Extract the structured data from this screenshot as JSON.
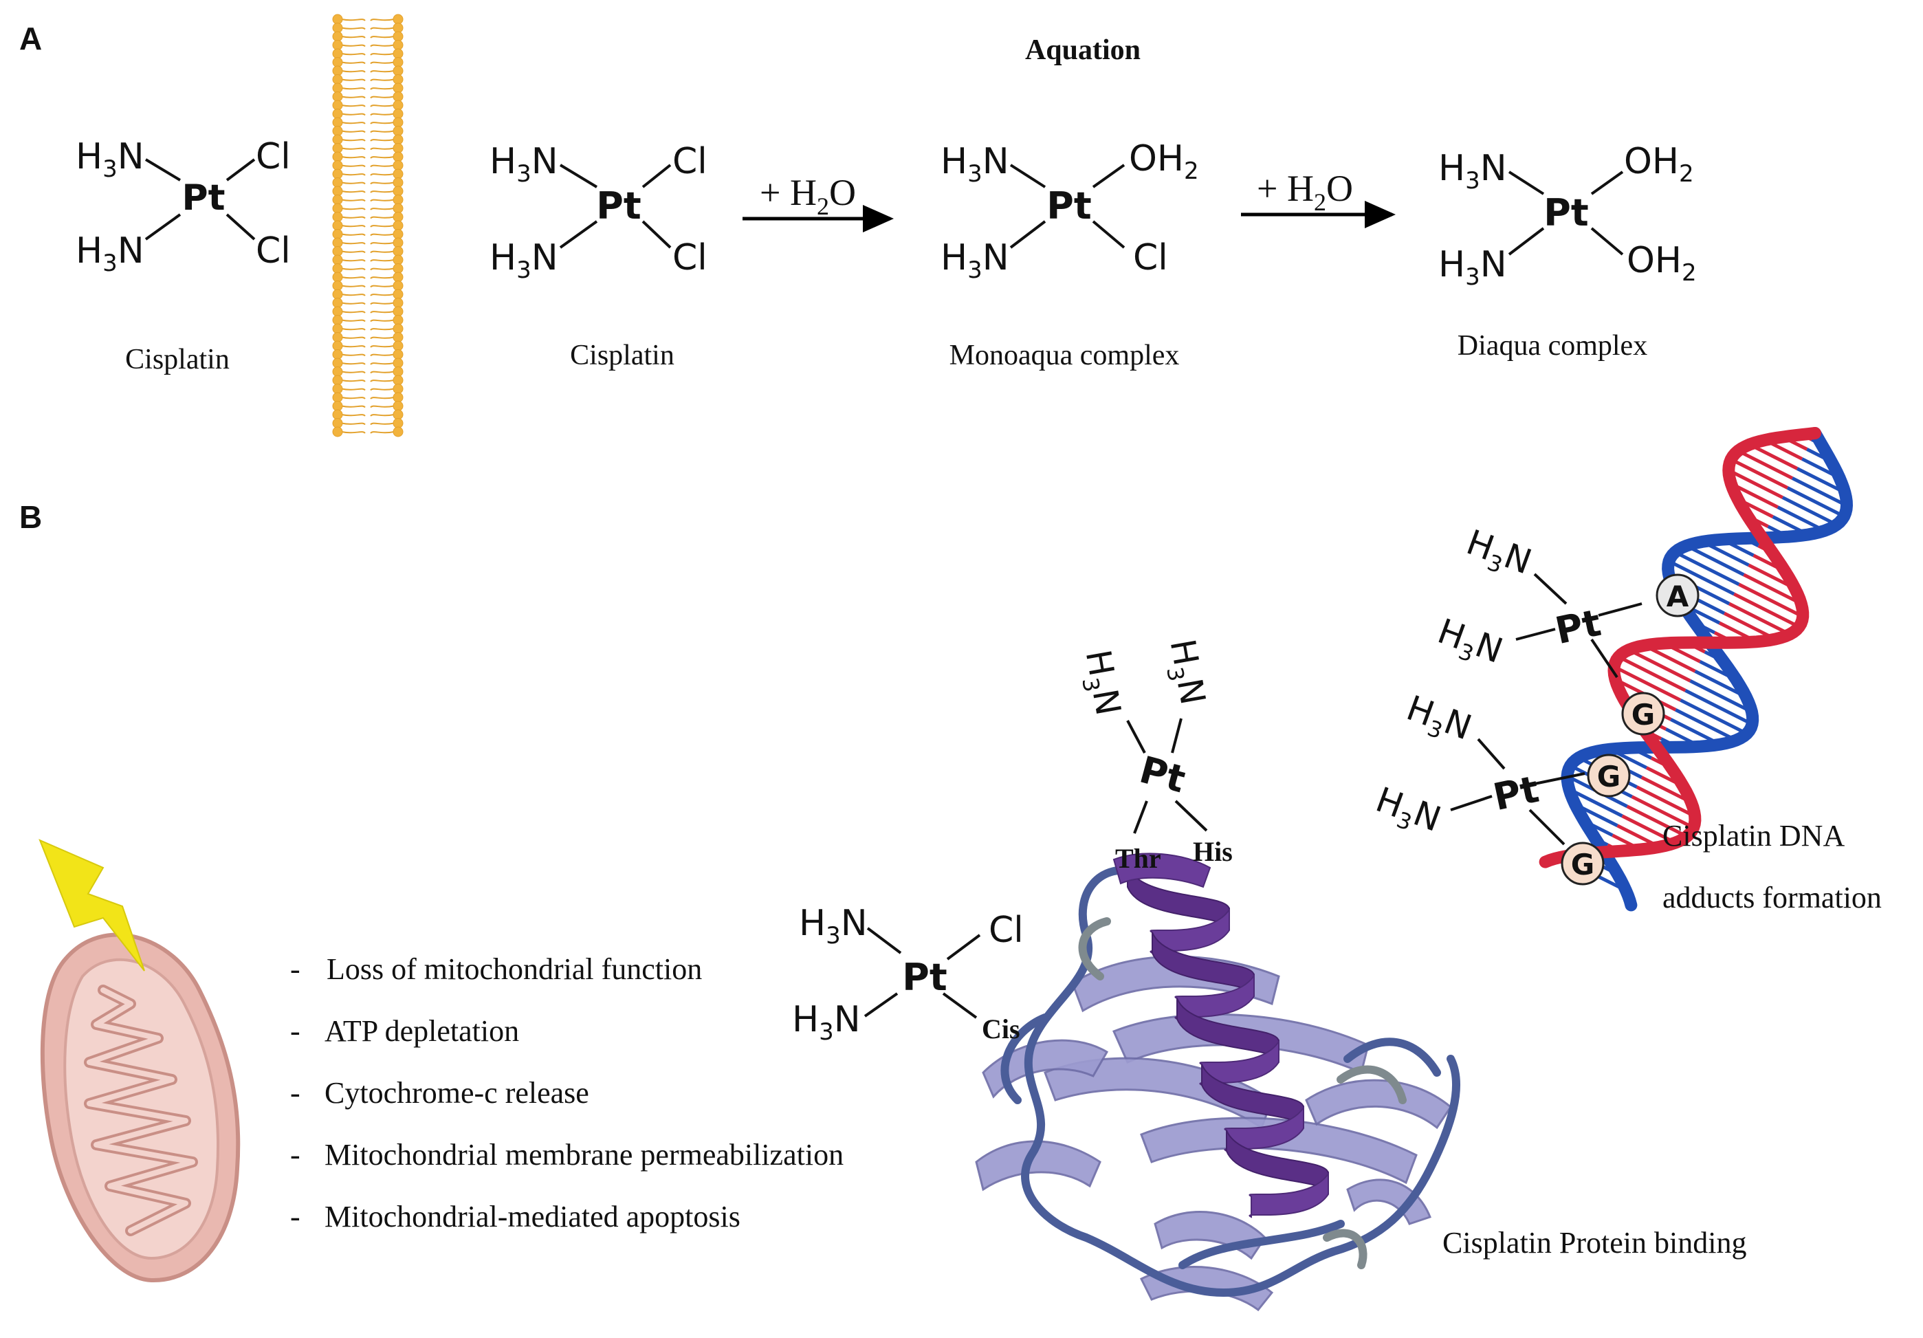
{
  "panels": {
    "a": "A",
    "b": "B"
  },
  "aquation": {
    "title": "Aquation",
    "arrow1_reagent": "+ H",
    "arrow2_reagent": "+ H",
    "water_sub": "2",
    "water_o": "O"
  },
  "atoms": {
    "pt": "Pt",
    "cl": "Cl",
    "h3n_h": "H",
    "h3n_sub": "3",
    "h3n_n": "N",
    "oh2_oh": "OH",
    "oh2_sub": "2"
  },
  "species": {
    "cisplatin_outside": "Cisplatin",
    "cisplatin_inside": "Cisplatin",
    "monoaqua": "Monoaqua complex",
    "diaqua": "Diaqua complex"
  },
  "dna": {
    "bases": [
      "A",
      "G",
      "G",
      "G"
    ],
    "label_line1": "Cisplatin DNA",
    "label_line2": "adducts formation"
  },
  "protein": {
    "residues": [
      "Thr",
      "His",
      "Cis"
    ],
    "label": "Cisplatin Protein binding"
  },
  "mitochondria": {
    "bullet": "-",
    "effects": [
      "Loss of mitochondrial function",
      "ATP depletation",
      "Cytochrome-c release",
      "Mitochondrial membrane permeabilization",
      "Mitochondrial-mediated apoptosis"
    ]
  },
  "colors": {
    "membrane": "#f2b33d",
    "dna_red": "#d7263d",
    "dna_blue": "#1f4fb8",
    "helix_purple": "#6a3d9a",
    "sheet_lavender": "#9c9bd0",
    "loop_blue": "#4a5d99",
    "mito_fill": "#e9b8b0",
    "mito_stroke": "#c98f86",
    "bolt": "#f2e418",
    "base_a_fill": "#e8e8e8",
    "base_g_fill": "#f6ddcc"
  }
}
